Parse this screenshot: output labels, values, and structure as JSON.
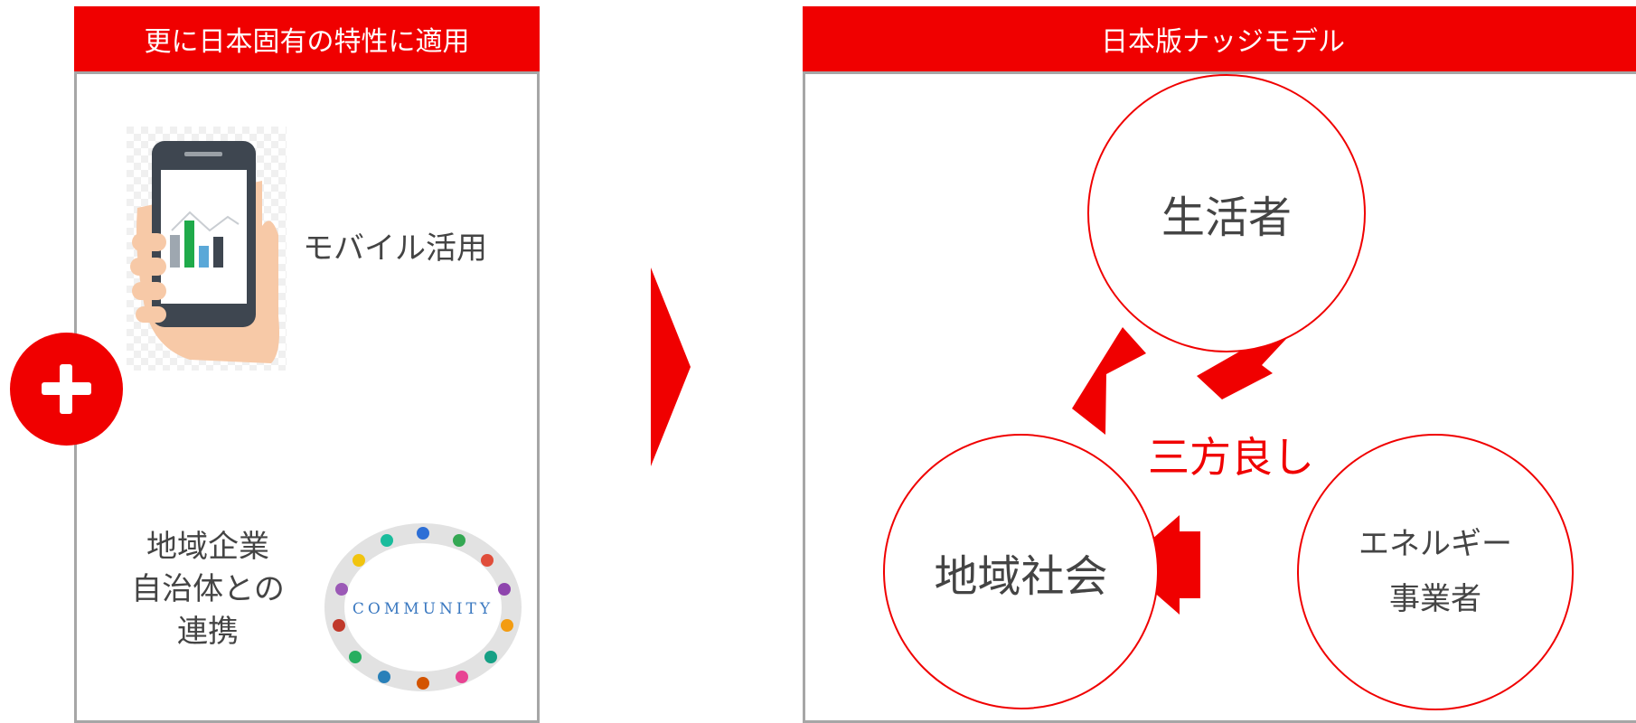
{
  "left_panel": {
    "header": "更に日本固有の特性に適用",
    "items": [
      {
        "label": "モバイル活用",
        "icon": "smartphone-chart-icon"
      },
      {
        "label_lines": [
          "地域企業",
          "自治体との",
          "連携"
        ],
        "icon": "community-circle-icon",
        "image_text": "COMMUNITY"
      }
    ]
  },
  "plus_icon": "plus-icon",
  "transition_arrow": "right-triangle-arrow-icon",
  "right_panel": {
    "header": "日本版ナッジモデル",
    "center_label": "三方良し",
    "nodes": {
      "top": "生活者",
      "bottom_left": "地域社会",
      "bottom_right_lines": [
        "エネルギー",
        "事業者"
      ]
    }
  },
  "colors": {
    "accent": "#f00000",
    "border": "#a6a6a6",
    "text": "#444444"
  }
}
